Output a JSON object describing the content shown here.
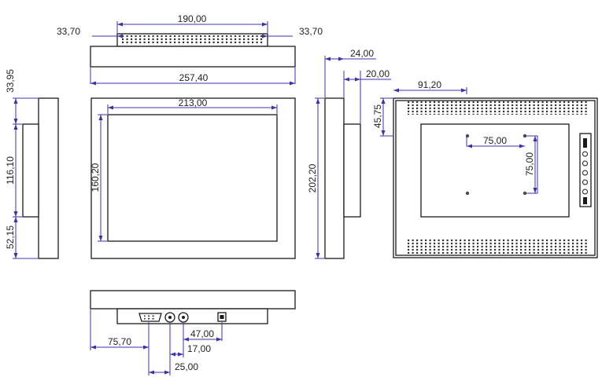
{
  "dimensions": {
    "top_left_offset": "33,70",
    "top_connector_width": "190,00",
    "top_right_offset": "33,70",
    "overall_width": "257,40",
    "screen_width": "213,00",
    "screen_height": "160,20",
    "side_upper": "33,95",
    "side_middle": "116,10",
    "side_lower": "52,15",
    "overall_height": "202,20",
    "depth_total": "24,00",
    "depth_body": "20,00",
    "mount_offset_x": "91,20",
    "mount_offset_y": "45,75",
    "vesa_horizontal": "75,00",
    "vesa_vertical": "75,00",
    "bottom_left_offset": "75,70",
    "bottom_port_a": "47,00",
    "bottom_port_b": "17,00",
    "bottom_port_c": "25,00"
  },
  "colors": {
    "outline": "#1a1a1a",
    "dimension_line": "#3b33a8"
  },
  "icons": {
    "vga_port": "vga-port-icon",
    "audio_jack": "audio-jack-icon",
    "power_jack": "power-jack-icon",
    "dc_input": "dc-input-icon",
    "osd_buttons": "osd-button-icons"
  }
}
